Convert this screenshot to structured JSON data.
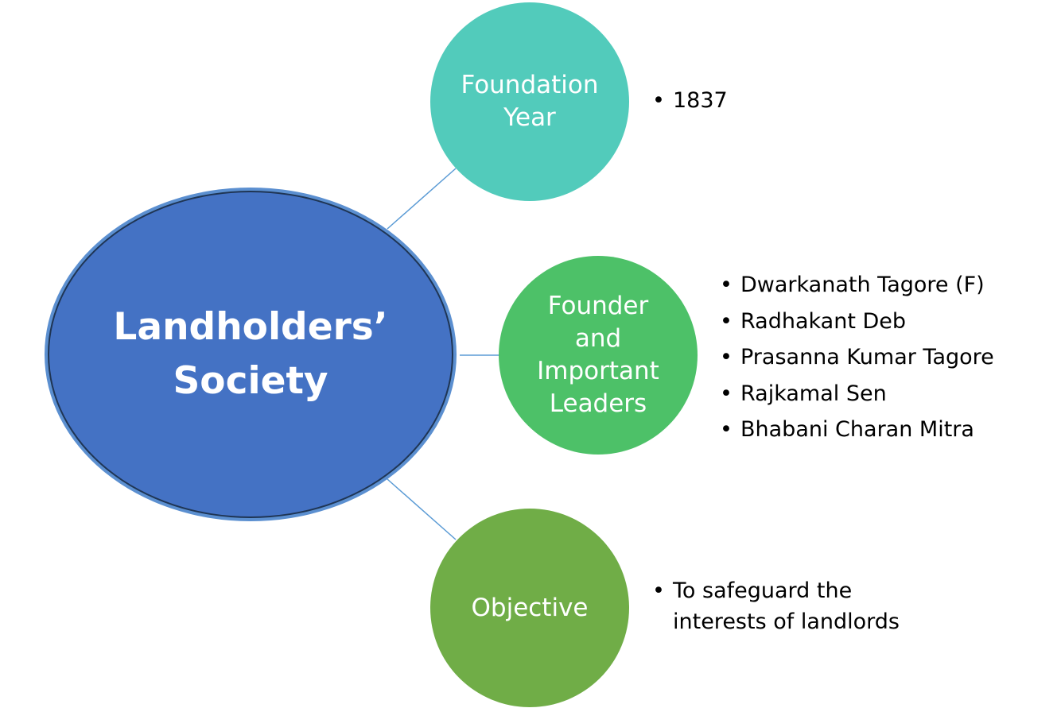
{
  "center": {
    "line1": "Landholders’",
    "line2": "Society",
    "color": "#4472c4"
  },
  "nodes": [
    {
      "lines": [
        "Foundation",
        "Year"
      ],
      "color": "#52cbbb",
      "items": [
        "1837"
      ]
    },
    {
      "lines": [
        "Founder",
        "and",
        "Important",
        "Leaders"
      ],
      "color": "#4dc168",
      "items": [
        "Dwarkanath Tagore (F)",
        "Radhakant Deb",
        "Prasanna Kumar Tagore",
        "Rajkamal Sen",
        "Bhabani Charan Mitra"
      ]
    },
    {
      "lines": [
        "Objective"
      ],
      "color": "#70ad47",
      "items": [
        "To safeguard the interests of landlords"
      ]
    }
  ],
  "connector_color": "#5b9bd5"
}
